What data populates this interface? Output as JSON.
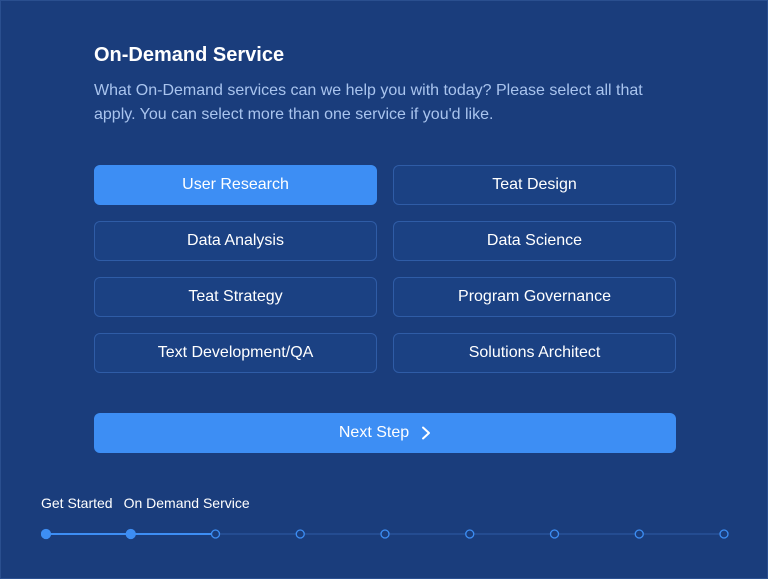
{
  "header": {
    "title": "On-Demand Service",
    "description": "What On-Demand services can we help you with today? Please select all that apply. You can select more than one service if you'd like."
  },
  "options": [
    {
      "label": "User Research",
      "selected": true
    },
    {
      "label": "Teat Design",
      "selected": false
    },
    {
      "label": "Data Analysis",
      "selected": false
    },
    {
      "label": "Data Science",
      "selected": false
    },
    {
      "label": "Teat Strategy",
      "selected": false
    },
    {
      "label": "Program Governance",
      "selected": false
    },
    {
      "label": "Text Development/QA",
      "selected": false
    },
    {
      "label": "Solutions Architect",
      "selected": false
    }
  ],
  "next_button": {
    "label": "Next Step",
    "icon": "chevron-right-icon"
  },
  "stepper": {
    "labels": [
      "Get Started",
      "On Demand Service"
    ],
    "total_steps": 9,
    "completed_steps": 2,
    "colors": {
      "active": "#3d8ef4",
      "inactive": "#2f5ca6"
    }
  },
  "colors": {
    "background": "#1a3d7c",
    "accent": "#3d8ef4",
    "muted_text": "#a9c4ee"
  }
}
